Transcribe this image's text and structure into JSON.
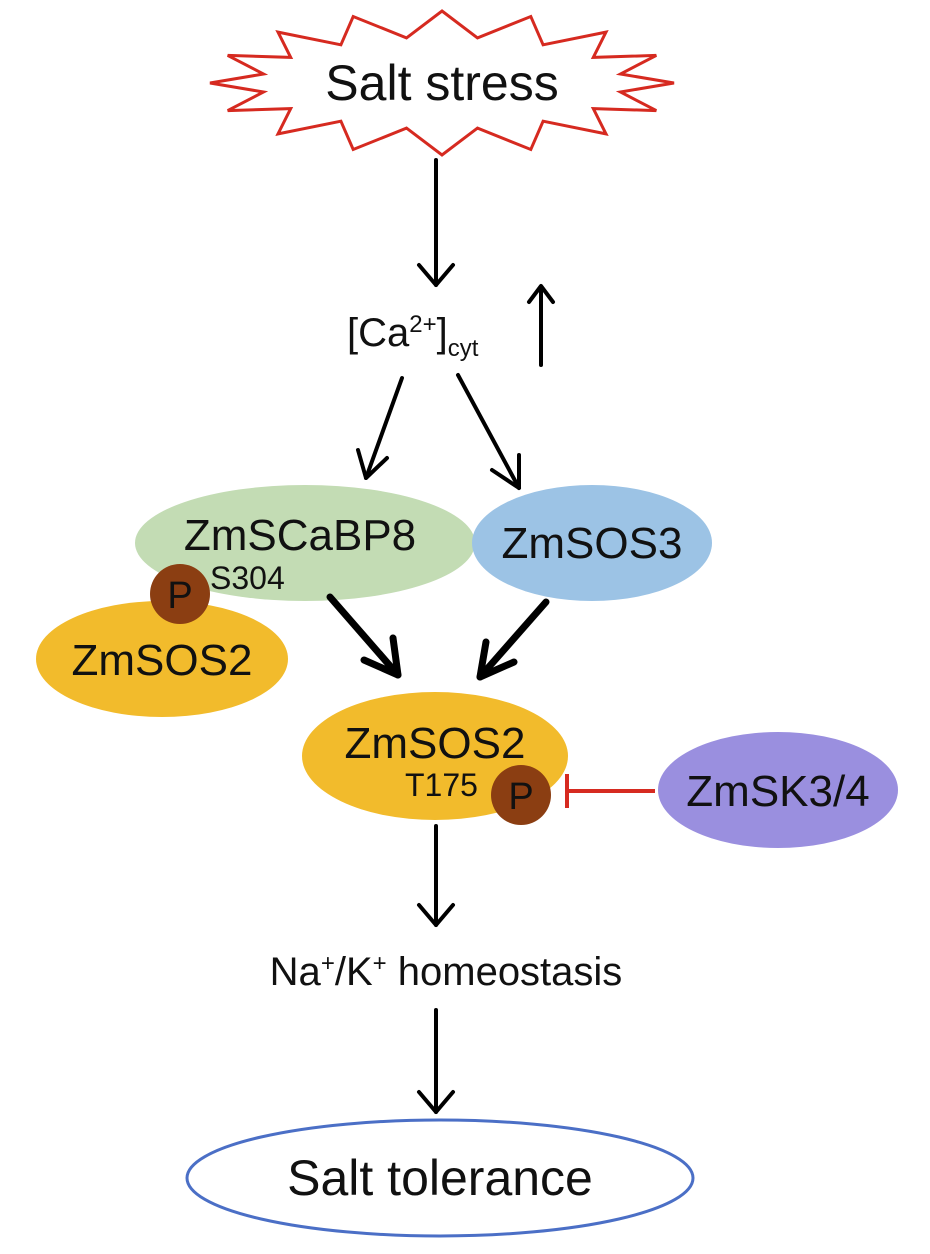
{
  "nodes": {
    "salt_stress": "Salt stress",
    "calcium": {
      "bracket_open": "[Ca",
      "superscript": "2+",
      "bracket_close": "]",
      "subscript": "cyt"
    },
    "scabp8": "ZmSCaBP8",
    "scabp8_site": "S304",
    "sos3": "ZmSOS3",
    "sos2_bound": "ZmSOS2",
    "sos2_main": "ZmSOS2",
    "sos2_site": "T175",
    "sk34": "ZmSK3/4",
    "homeostasis": {
      "na": "Na",
      "na_sup": "+",
      "k": "/K",
      "k_sup": "+",
      "rest": " homeostasis"
    },
    "tolerance": "Salt tolerance"
  },
  "phospho_label": "P",
  "colors": {
    "stress_outline": "#d62a20",
    "scabp8_fill": "#c3dcb4",
    "sos3_fill": "#9cc3e5",
    "sos2_fill": "#f2bb2c",
    "sk34_fill": "#9a8fdf",
    "phospho_fill": "#8b3e12",
    "inhibition": "#d62a20",
    "tolerance_outline": "#4b6fc6",
    "arrow": "#000000"
  }
}
